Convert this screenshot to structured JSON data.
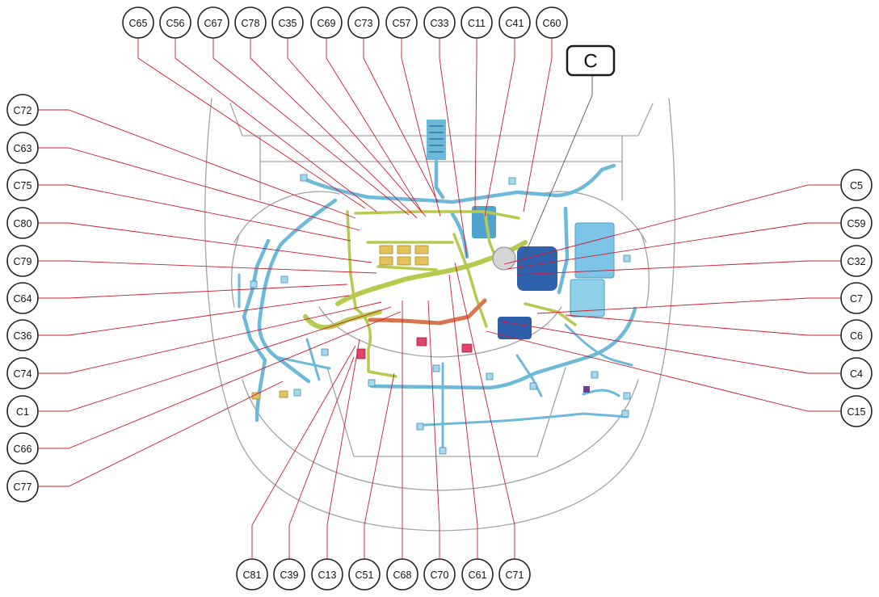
{
  "callouts": {
    "top": [
      "C65",
      "C56",
      "C67",
      "C78",
      "C35",
      "C69",
      "C73",
      "C57",
      "C33",
      "C11",
      "C41",
      "C60"
    ],
    "left": [
      "C72",
      "C63",
      "C75",
      "C80",
      "C79",
      "C64",
      "C36",
      "C74",
      "C1",
      "C66",
      "C77"
    ],
    "right": [
      "C5",
      "C59",
      "C32",
      "C7",
      "C6",
      "C4",
      "C15"
    ],
    "bottom": [
      "C81",
      "C39",
      "C13",
      "C51",
      "C68",
      "C70",
      "C61",
      "C71"
    ]
  },
  "location_box": {
    "label": "C"
  },
  "colors": {
    "leader": "#d01a2e",
    "location_leader": "#555555",
    "harness_body": "#6cb9da",
    "harness_engine": "#b7c94f",
    "harness_orange": "#d57651",
    "component_dark_blue": "#2c5ea9",
    "vehicle_outline": "#a3a3a3"
  }
}
